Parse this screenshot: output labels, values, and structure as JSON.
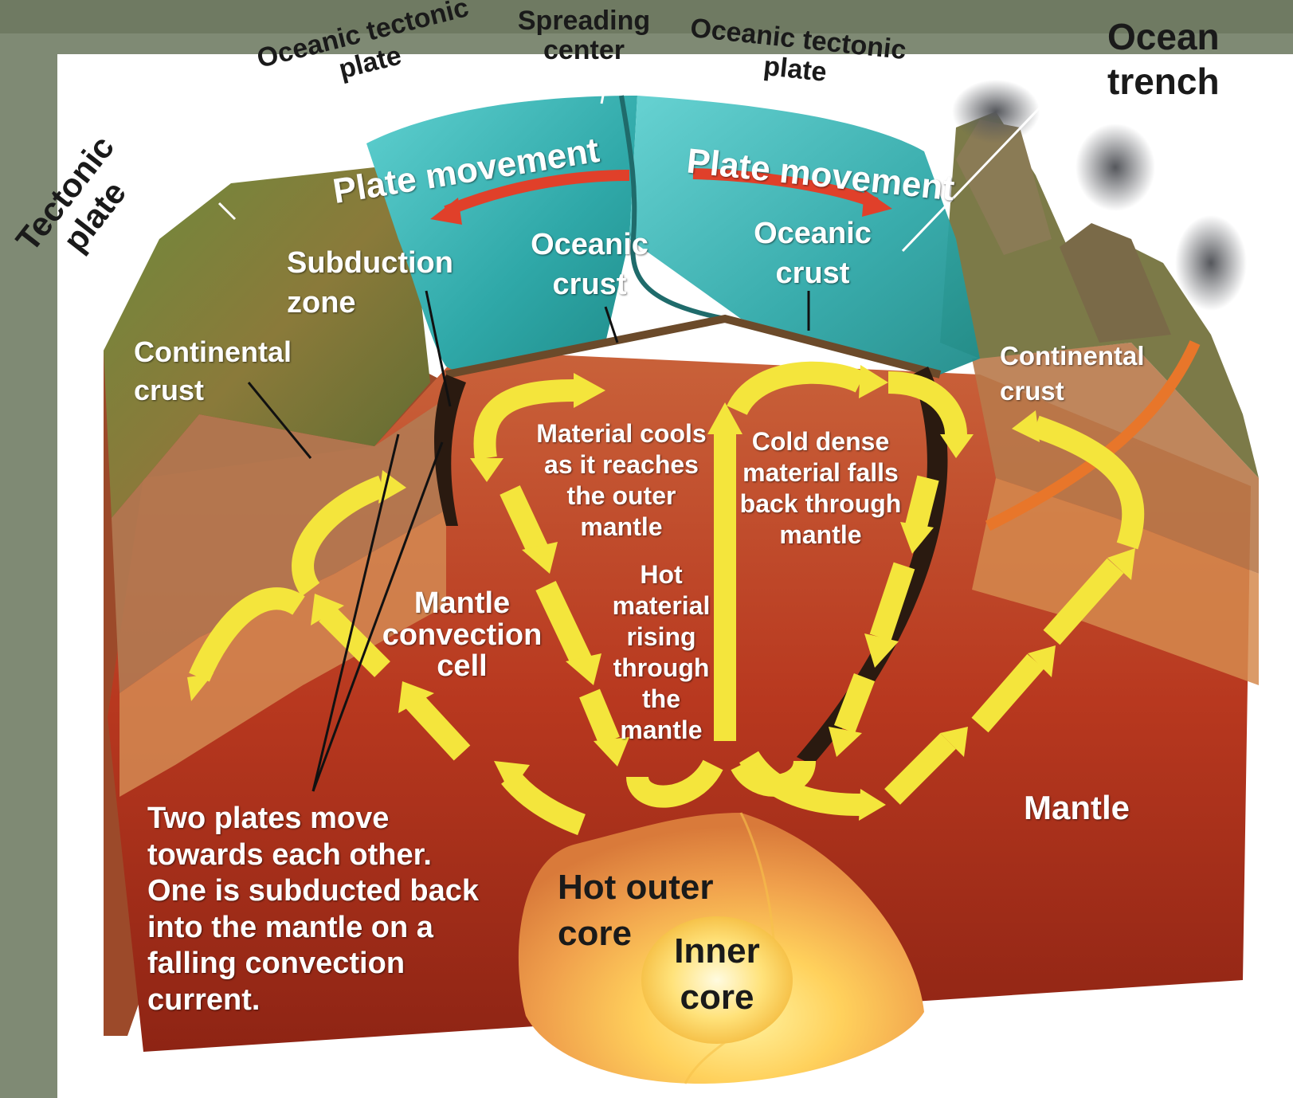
{
  "labels": {
    "oceanic_plate_left": "Oceanic tectonic\nplate",
    "spreading_center": "Spreading\ncenter",
    "oceanic_plate_right": "Oceanic tectonic\nplate",
    "ocean_trench": "Ocean\ntrench",
    "tectonic_plate": "Tectonic\nplate",
    "plate_movement_left": "Plate movement",
    "plate_movement_right": "Plate movement",
    "subduction_zone": "Subduction\nzone",
    "oceanic_crust_left": "Oceanic\ncrust",
    "oceanic_crust_right": "Oceanic\ncrust",
    "continental_crust_left": "Continental\ncrust",
    "continental_crust_right": "Continental\ncrust",
    "material_cools": "Material cools\nas it reaches\nthe outer\nmantle",
    "cold_dense": "Cold dense\nmaterial falls\nback through\nmantle",
    "hot_material": "Hot\nmaterial\nrising\nthrough\nthe\nmantle",
    "mantle_convection": "Mantle\nconvection\ncell",
    "mantle": "Mantle",
    "hot_outer_core": "Hot outer\ncore",
    "inner_core": "Inner\ncore",
    "two_plates": "Two plates move\ntowards each other.\nOne is subducted back\ninto the mantle on a\nfalling convection\ncurrent."
  },
  "colors": {
    "background": "#7f8a74",
    "ocean": "#3fb8b8",
    "mantle": "#b8381f",
    "arrow": "#f4e53c",
    "core_outer": "#e89a4a",
    "core_inner": "#ffe27a"
  }
}
